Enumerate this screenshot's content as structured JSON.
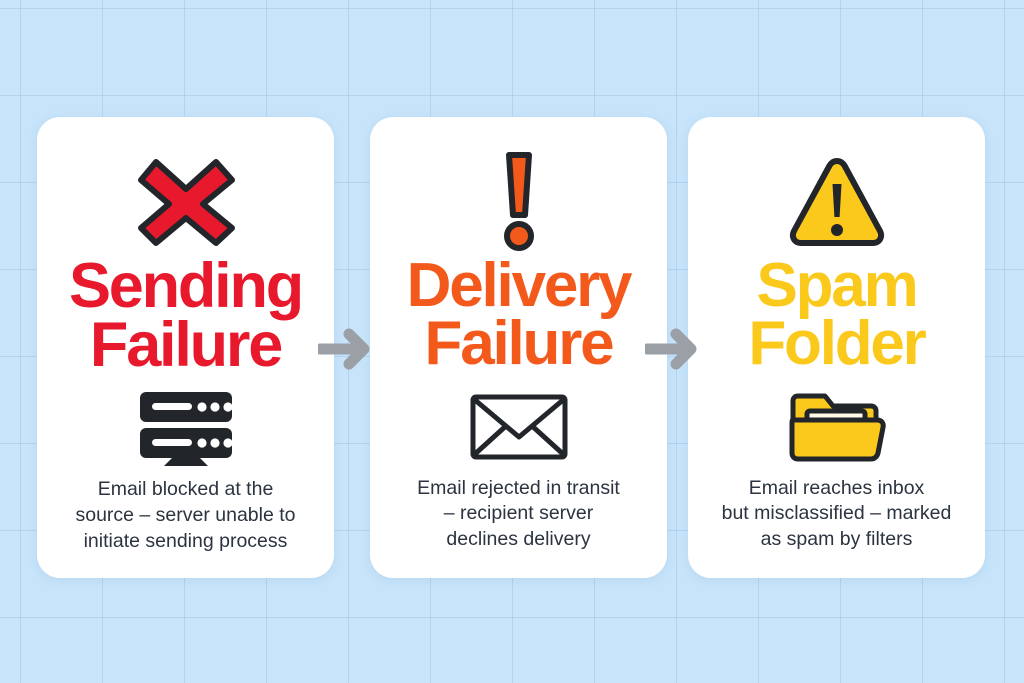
{
  "infographic": {
    "background_color": "#c7e4fa",
    "card_color": "#ffffff",
    "arrow_color": "#9aa0a6",
    "outline_color": "#22252a",
    "body_text_color": "#2b3440"
  },
  "cards": [
    {
      "id": "sending-failure",
      "symbol_icon": "red-x-icon",
      "title": "Sending\nFailure",
      "title_color": "#e8192c",
      "glyph_icon": "server-icon",
      "glyph_color": "#22252a",
      "description": "Email blocked at the\nsource – server unable to\ninitiate sending process"
    },
    {
      "id": "delivery-failure",
      "symbol_icon": "exclamation-mark-icon",
      "title": "Delivery\nFailure",
      "title_color": "#f4591c",
      "glyph_icon": "envelope-icon",
      "glyph_color": "#22252a",
      "description": "Email rejected in transit\n– recipient server\ndeclines delivery"
    },
    {
      "id": "spam-folder",
      "symbol_icon": "warning-triangle-icon",
      "title": "Spam\nFolder",
      "title_color": "#fbc91b",
      "glyph_icon": "open-folder-icon",
      "glyph_color": "#fbc91b",
      "description": "Email reaches inbox\nbut misclassified – marked\nas spam by filters"
    }
  ],
  "arrows": [
    {
      "id": "arrow-1",
      "icon": "arrow-right-icon",
      "from": "sending-failure",
      "to": "delivery-failure"
    },
    {
      "id": "arrow-2",
      "icon": "arrow-right-icon",
      "from": "delivery-failure",
      "to": "spam-folder"
    }
  ]
}
